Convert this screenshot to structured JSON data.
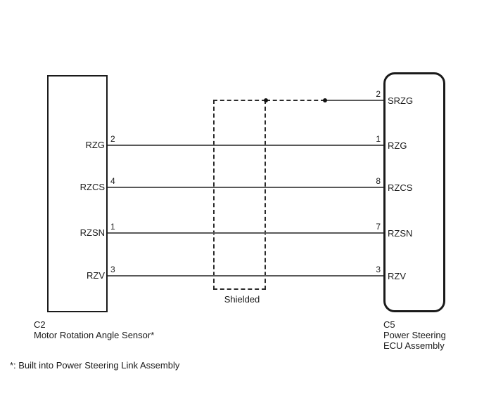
{
  "diagram": {
    "connectors": {
      "left": {
        "id": "C2",
        "label": "Motor Rotation Angle Sensor*"
      },
      "right": {
        "id": "C5",
        "label_line1": "Power Steering",
        "label_line2": "ECU Assembly"
      }
    },
    "wires": [
      {
        "right_pin": "2",
        "right_label": "SRZG"
      },
      {
        "left_label": "RZG",
        "left_pin": "2",
        "right_pin": "1",
        "right_label": "RZG"
      },
      {
        "left_label": "RZCS",
        "left_pin": "4",
        "right_pin": "8",
        "right_label": "RZCS"
      },
      {
        "left_label": "RZSN",
        "left_pin": "1",
        "right_pin": "7",
        "right_label": "RZSN"
      },
      {
        "left_label": "RZV",
        "left_pin": "3",
        "right_pin": "3",
        "right_label": "RZV"
      }
    ],
    "shield_label": "Shielded",
    "footnote": "*: Built into Power Steering Link Assembly",
    "colors": {
      "wire": "#595959",
      "outline": "#1a1a1a"
    }
  }
}
